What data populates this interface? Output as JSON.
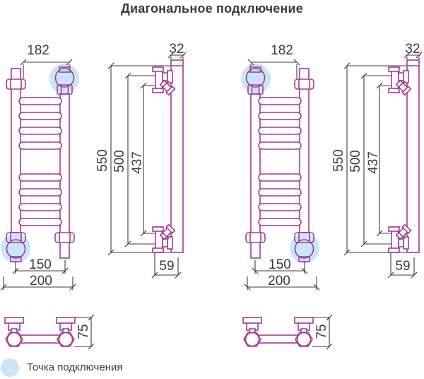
{
  "title": "Диагональное подключение",
  "legend": {
    "label": "Точка подключения"
  },
  "colors": {
    "line": "#a33a9c",
    "highlight": "#c9e5f6",
    "dimension": "#3c3c3c",
    "text": "#3b3b3b"
  },
  "diagrams": [
    {
      "name": "variant-connection-right-top",
      "front": {
        "top_width": "182",
        "inner_width": "150",
        "outer_width": "200"
      },
      "side": {
        "tube_width": "32",
        "overall_height": "550",
        "connection_height": "500",
        "bracket_height": "437",
        "bottom_depth": "59"
      },
      "top": {
        "wall_depth": "75"
      }
    },
    {
      "name": "variant-connection-left-top",
      "front": {
        "top_width": "182",
        "inner_width": "150",
        "outer_width": "200"
      },
      "side": {
        "tube_width": "32",
        "overall_height": "550",
        "connection_height": "500",
        "bracket_height": "437",
        "bottom_depth": "59"
      },
      "top": {
        "wall_depth": "75"
      }
    }
  ]
}
